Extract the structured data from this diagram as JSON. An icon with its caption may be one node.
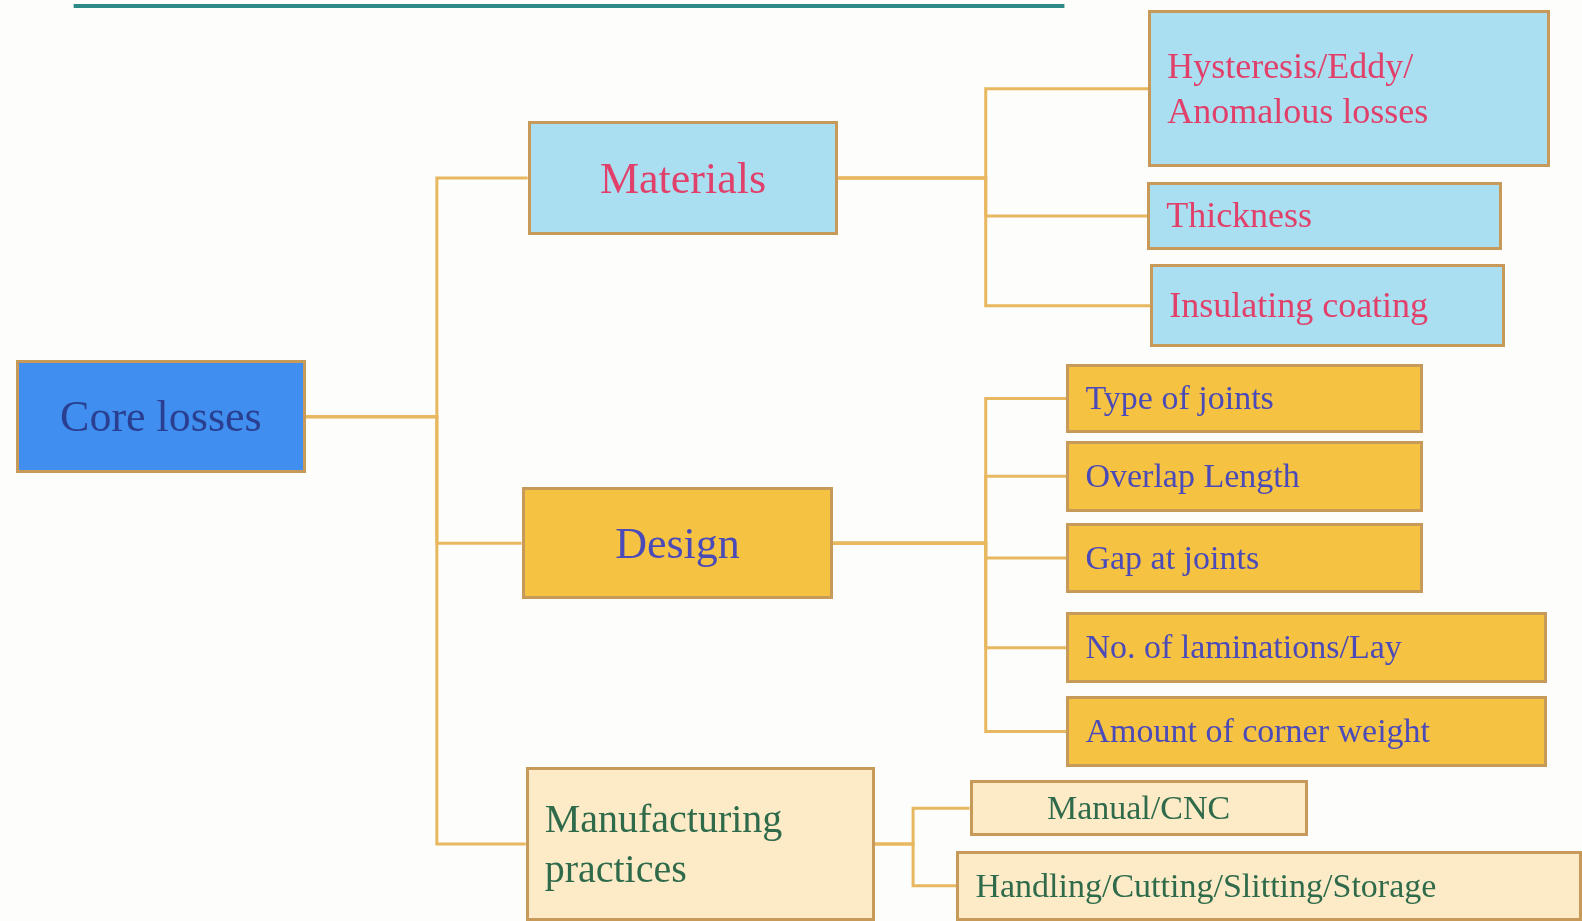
{
  "diagram": {
    "nodes": [
      {
        "text": [
          "Core losses"
        ]
      },
      {
        "text": [
          "Materials"
        ]
      },
      {
        "text": [
          "Design"
        ]
      },
      {
        "text": [
          "Manufacturing practices"
        ]
      },
      {
        "text": [
          "Hysteresis/Eddy/ Anomalous losses"
        ]
      },
      {
        "text": [
          "Thickness"
        ]
      },
      {
        "text": [
          "Insulating coating"
        ]
      },
      {
        "text": [
          "Type of joints"
        ]
      },
      {
        "text": [
          "Overlap Length"
        ]
      },
      {
        "text": [
          "Gap at joints"
        ]
      },
      {
        "text": [
          "No. of laminations/Lay"
        ]
      },
      {
        "text": [
          "Amount of corner weight"
        ]
      },
      {
        "text": [
          "Manual/CNC"
        ]
      },
      {
        "text": [
          "Handling/Cutting/Slitting/Storage"
        ]
      }
    ],
    "edges": [
      {
        "from": 0,
        "to": 1,
        "arrow": "none"
      },
      {
        "from": 0,
        "to": 2,
        "arrow": "none"
      },
      {
        "from": 0,
        "to": 3,
        "arrow": "none"
      },
      {
        "from": 1,
        "to": 4,
        "arrow": "none"
      },
      {
        "from": 1,
        "to": 5,
        "arrow": "none"
      },
      {
        "from": 1,
        "to": 6,
        "arrow": "none"
      },
      {
        "from": 2,
        "to": 7,
        "arrow": "none"
      },
      {
        "from": 2,
        "to": 8,
        "arrow": "none"
      },
      {
        "from": 2,
        "to": 9,
        "arrow": "none"
      },
      {
        "from": 2,
        "to": 10,
        "arrow": "none"
      },
      {
        "from": 2,
        "to": 11,
        "arrow": "none"
      },
      {
        "from": 3,
        "to": 12,
        "arrow": "none"
      },
      {
        "from": 3,
        "to": 13,
        "arrow": "none"
      }
    ]
  }
}
